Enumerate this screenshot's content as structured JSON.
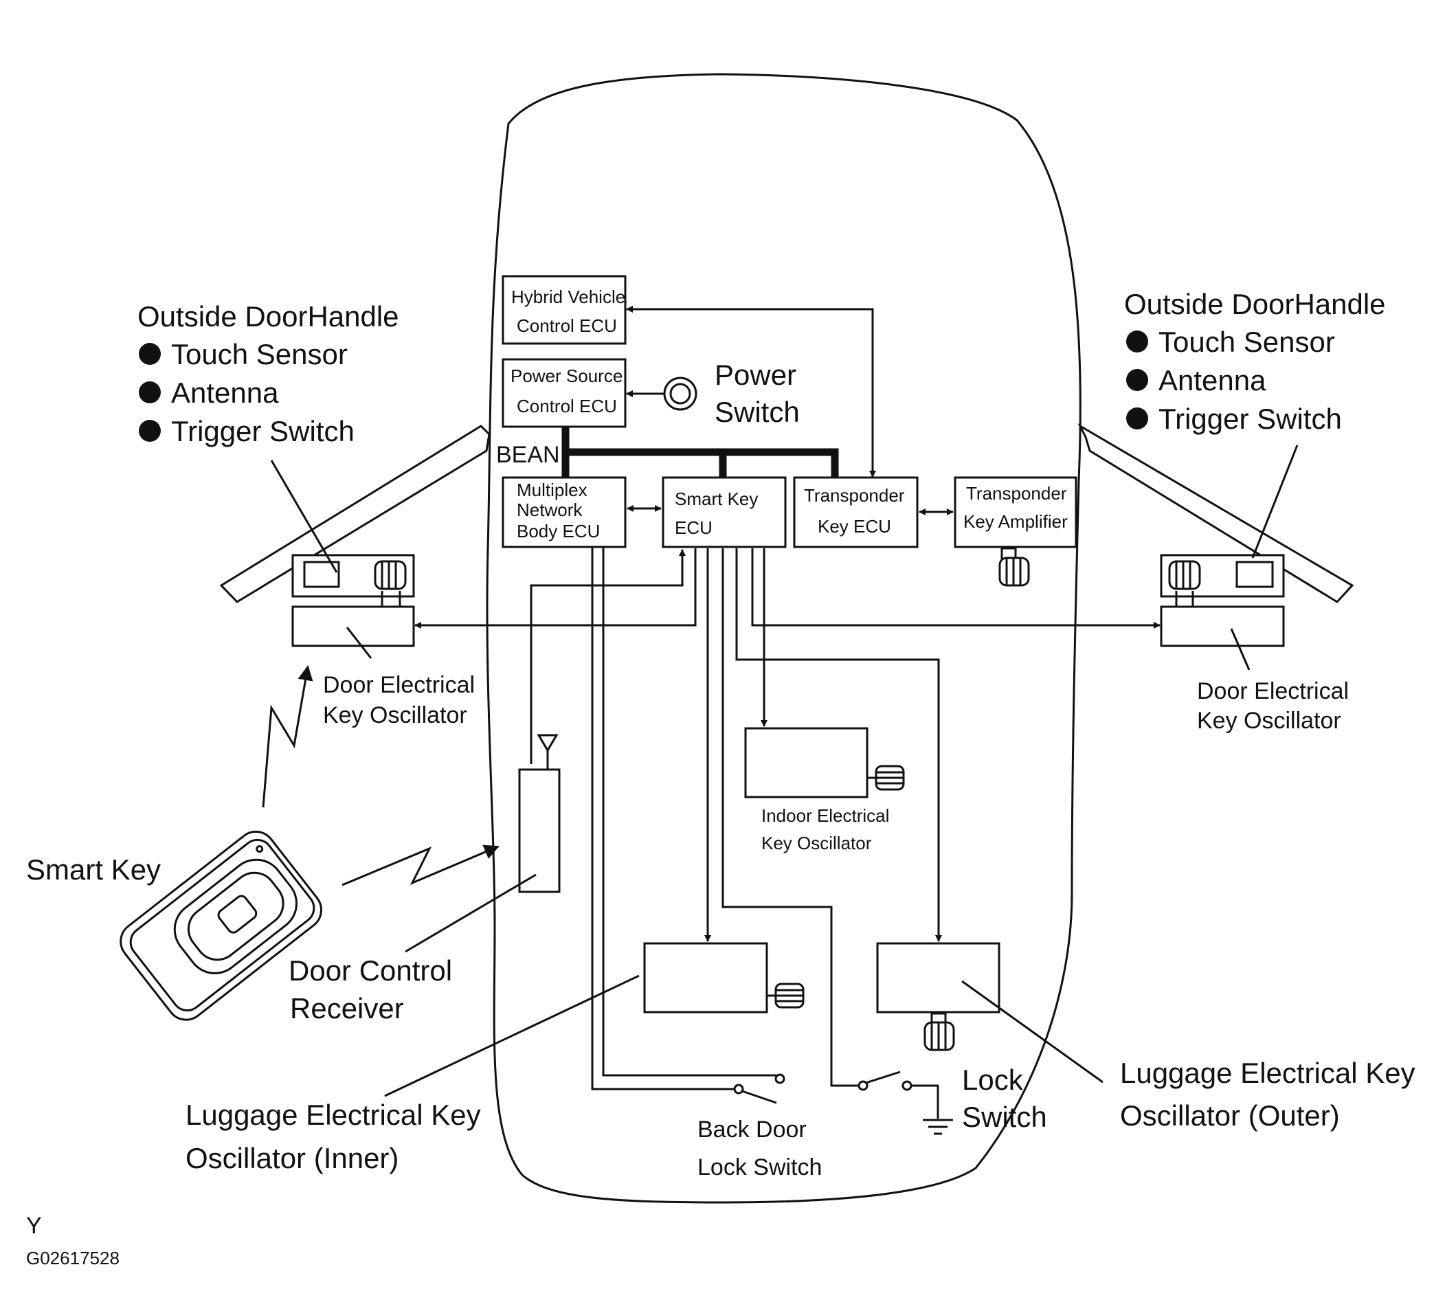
{
  "left_handle": {
    "title": "Outside DoorHandle",
    "items": [
      "Touch Sensor",
      "Antenna",
      "Trigger Switch"
    ]
  },
  "right_handle": {
    "title": "Outside DoorHandle",
    "items": [
      "Touch Sensor",
      "Antenna",
      "Trigger Switch"
    ]
  },
  "ecus": {
    "hybrid": [
      "Hybrid Vehicle",
      "Control ECU"
    ],
    "power_source": [
      "Power Source",
      "Control ECU"
    ],
    "multiplex": [
      "Multiplex",
      "Network",
      "Body ECU"
    ],
    "smart_key": [
      "Smart Key",
      "ECU"
    ],
    "transponder_ecu": [
      "Transponder",
      "Key ECU"
    ],
    "transponder_amp": [
      "Transponder",
      "Key Amplifier"
    ]
  },
  "power_switch": [
    "Power",
    "Switch"
  ],
  "bus_label": "BEAN",
  "door_osc_left": [
    "Door Electrical",
    "Key Oscillator"
  ],
  "door_osc_right": [
    "Door Electrical",
    "Key Oscillator"
  ],
  "indoor_osc": [
    "Indoor Electrical",
    "Key Oscillator"
  ],
  "smart_key_label": "Smart Key",
  "door_control_receiver": [
    "Door Control",
    "Receiver"
  ],
  "luggage_inner": [
    "Luggage Electrical Key",
    "Oscillator (Inner)"
  ],
  "luggage_outer": [
    "Luggage Electrical Key",
    "Oscillator (Outer)"
  ],
  "back_door_switch": [
    "Back Door",
    "Lock Switch"
  ],
  "lock_switch": [
    "Lock",
    "Switch"
  ],
  "footer": {
    "code": "Y",
    "id": "G02617528"
  }
}
